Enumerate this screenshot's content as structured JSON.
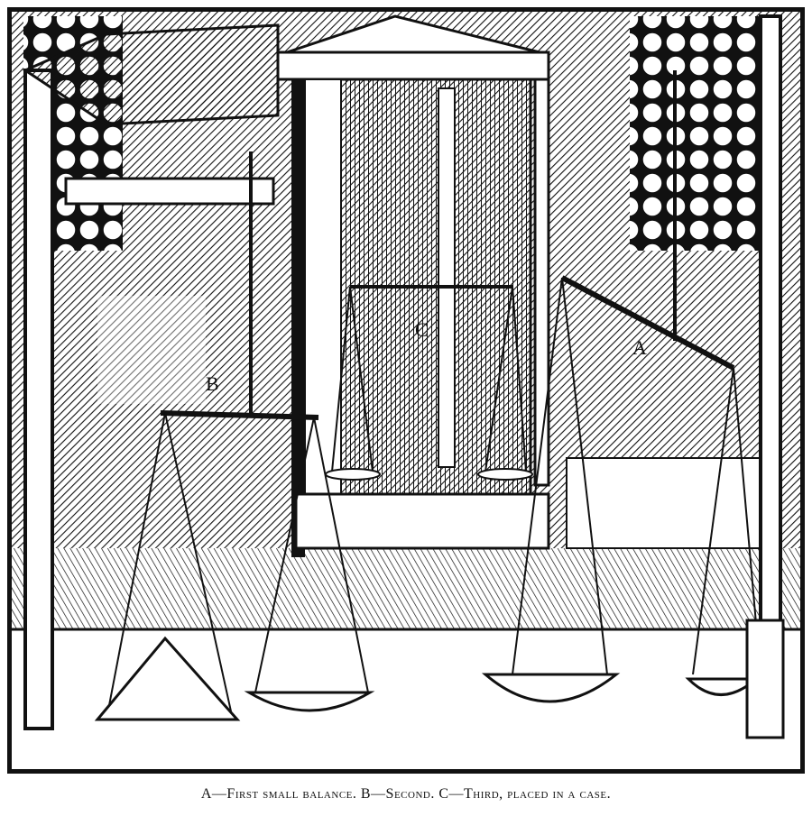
{
  "figure": {
    "labels": {
      "a": "A",
      "b": "B",
      "c": "C"
    },
    "ink_color": "#111111",
    "paper_color": "#ffffff"
  },
  "caption": {
    "text": "A—First small balance. B—Second. C—Third, placed in a case."
  }
}
